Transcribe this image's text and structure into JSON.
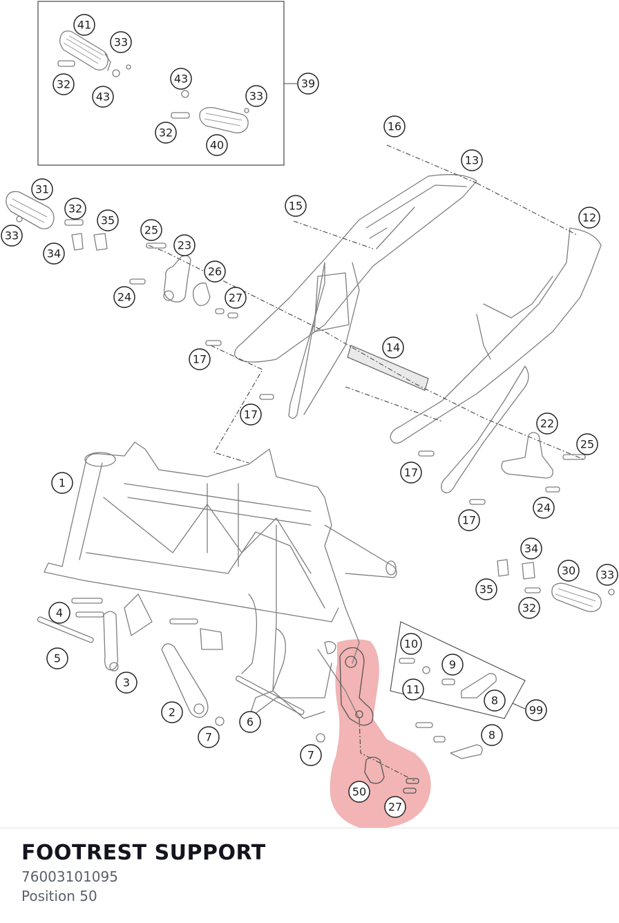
{
  "part": {
    "title": "FOOTREST SUPPORT",
    "number": "76003101095",
    "position_label": "Position 50"
  },
  "highlight_color": "#e56a6a",
  "callouts": {
    "c41": "41",
    "c33a": "33",
    "c32a": "32",
    "c43a": "43",
    "c43b": "43",
    "c33b": "33",
    "c32b": "32",
    "c40": "40",
    "c39": "39",
    "c16": "16",
    "c13": "13",
    "c12": "12",
    "c15": "15",
    "c31": "31",
    "c32c": "32",
    "c35a": "35",
    "c33c": "33",
    "c34a": "34",
    "c25a": "25",
    "c23": "23",
    "c26": "26",
    "c27a": "27",
    "c24a": "24",
    "c14": "14",
    "c17a": "17",
    "c17b": "17",
    "c17c": "17",
    "c17d": "17",
    "c22": "22",
    "c25b": "25",
    "c24b": "24",
    "c1": "1",
    "c34b": "34",
    "c30": "30",
    "c33d": "33",
    "c35b": "35",
    "c32d": "32",
    "c4": "4",
    "c5": "5",
    "c3": "3",
    "c2": "2",
    "c7a": "7",
    "c6": "6",
    "c7b": "7",
    "c10": "10",
    "c9": "9",
    "c11": "11",
    "c8a": "8",
    "c99": "99",
    "c8b": "8",
    "c50": "50",
    "c27b": "27"
  }
}
